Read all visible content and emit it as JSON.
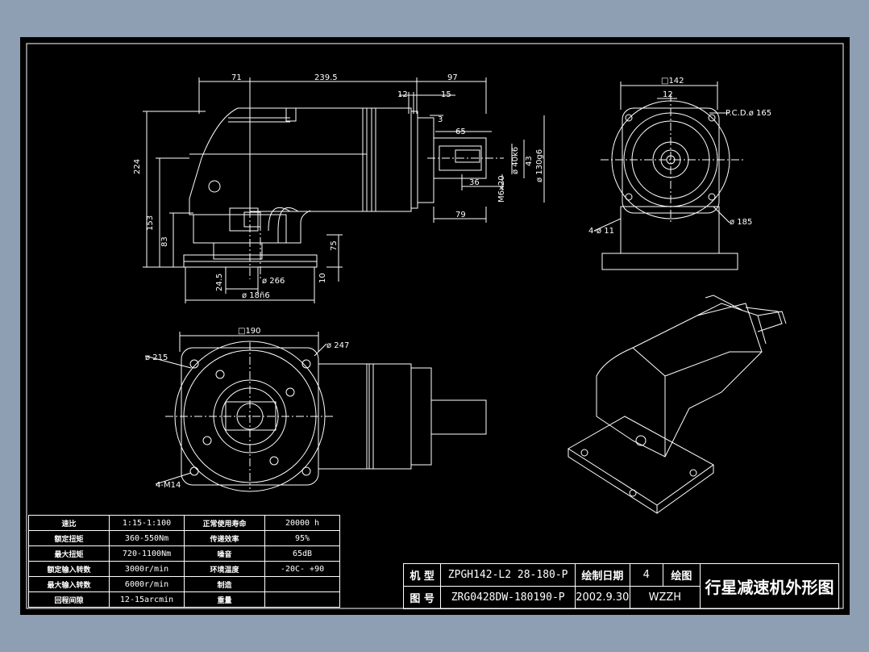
{
  "colors": {
    "background": "#8e9eb3",
    "sheet": "#000000",
    "lines": "#ffffff"
  },
  "dimensions": {
    "top_71": "71",
    "top_2395": "239.5",
    "top_97": "97",
    "top_12": "12",
    "top_15": "15",
    "top_3": "3",
    "top_65": "65",
    "left_224": "224",
    "left_153": "153",
    "left_83": "83",
    "bot_245": "24.5",
    "bot_266": "ø 266",
    "bot_186": "ø 18ñ6",
    "r_75": "75",
    "r_10": "10",
    "r_40": "ø 40k6",
    "r_43": "43",
    "r_130": "ø 130g6",
    "r_36": "36",
    "r_m6": "M6x20",
    "r_79": "79",
    "side_142": "□142",
    "side_12": "12",
    "side_pcd": "P.C.D.ø 165",
    "side_185": "ø 185",
    "side_4h": "4-ø 11",
    "front_190": "□190",
    "front_215": "ø 215",
    "front_247": "ø 247",
    "front_4m": "4-M14"
  },
  "spec_table": [
    {
      "k1": "速比",
      "v1": "1:15-1:100",
      "k2": "正常使用寿命",
      "v2": "20000  h"
    },
    {
      "k1": "额定扭矩",
      "v1": "360-550Nm",
      "k2": "传递效率",
      "v2": "95%"
    },
    {
      "k1": "最大扭矩",
      "v1": "720-1100Nm",
      "k2": "噪音",
      "v2": "65dB"
    },
    {
      "k1": "额定输入转数",
      "v1": "3000r/min",
      "k2": "环境温度",
      "v2": "-20C- +90"
    },
    {
      "k1": "最大输入转数",
      "v1": "6000r/min",
      "k2": "制造",
      "v2": ""
    },
    {
      "k1": "回程间隙",
      "v1": "12-15arcmin",
      "k2": "重量",
      "v2": ""
    }
  ],
  "title_block": {
    "row1_label": "机  型",
    "row1_value": "ZPGH142-L2  28-180-P",
    "row1_k": "绘制日期",
    "row1_v": "4",
    "row1_x": "绘图",
    "row2_label": "图  号",
    "row2_value": "ZRG0428DW-180190-P",
    "row2_k": "2002.9.30",
    "row2_v": "WZZH",
    "drawing_title": "行星减速机外形图"
  }
}
